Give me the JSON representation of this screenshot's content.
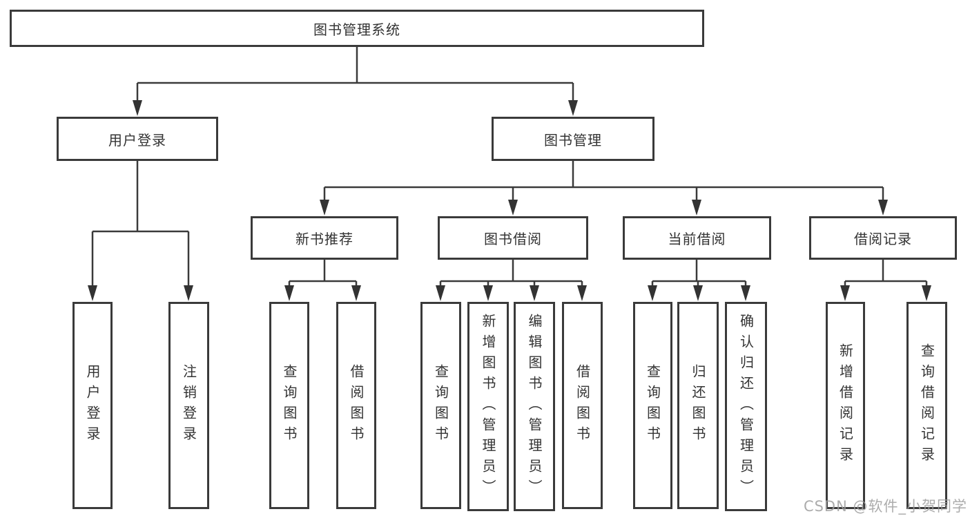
{
  "colors": {
    "line": "#3a3a3a",
    "box_border": "#3a3a3a",
    "text": "#333333",
    "background": "#ffffff",
    "watermark": "#9e9e9e"
  },
  "tree": {
    "label": "图书管理系统",
    "children": [
      {
        "label": "用户登录",
        "children": [
          {
            "label": "用户登录"
          },
          {
            "label": "注销登录"
          }
        ]
      },
      {
        "label": "图书管理",
        "children": [
          {
            "label": "新书推荐",
            "children": [
              {
                "label": "查询图书"
              },
              {
                "label": "借阅图书"
              }
            ]
          },
          {
            "label": "图书借阅",
            "children": [
              {
                "label": "查询图书"
              },
              {
                "label": "新增图书（管理员）"
              },
              {
                "label": "编辑图书（管理员）"
              },
              {
                "label": "借阅图书"
              }
            ]
          },
          {
            "label": "当前借阅",
            "children": [
              {
                "label": "查询图书"
              },
              {
                "label": "归还图书"
              },
              {
                "label": "确认归还（管理员）"
              }
            ]
          },
          {
            "label": "借阅记录",
            "children": [
              {
                "label": "新增借阅记录"
              },
              {
                "label": "查询借阅记录"
              }
            ]
          }
        ]
      }
    ]
  },
  "watermark": {
    "text": "CSDN @软件_小贺同学"
  }
}
